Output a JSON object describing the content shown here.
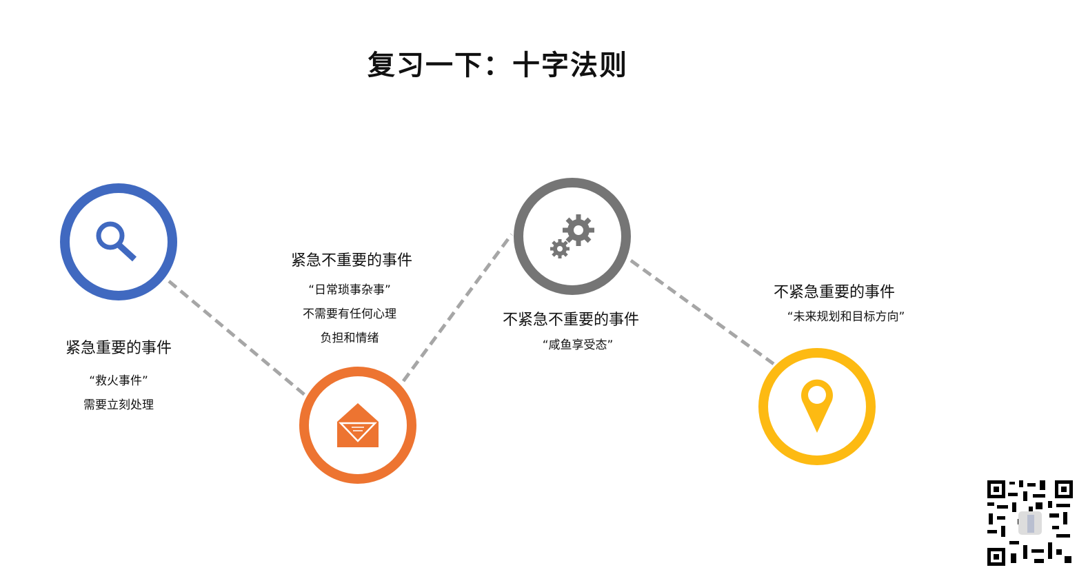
{
  "title": "复习一下：十字法则",
  "items": [
    {
      "heading": "紧急重要的事件",
      "lines": [
        "“救火事件”",
        "需要立刻处理"
      ],
      "color": "#4069C0",
      "icon": "search-icon"
    },
    {
      "heading": "紧急不重要的事件",
      "lines": [
        "“日常琐事杂事”",
        "不需要有任何心理",
        "负担和情绪"
      ],
      "color": "#ED7431",
      "icon": "envelope-icon"
    },
    {
      "heading": "不紧急不重要的事件",
      "lines": [
        "“咸鱼享受态”"
      ],
      "color": "#757575",
      "icon": "gears-icon"
    },
    {
      "heading": "不紧急重要的事件",
      "lines": [
        "“未来规划和目标方向”"
      ],
      "color": "#FDBA12",
      "icon": "map-pin-icon"
    }
  ]
}
